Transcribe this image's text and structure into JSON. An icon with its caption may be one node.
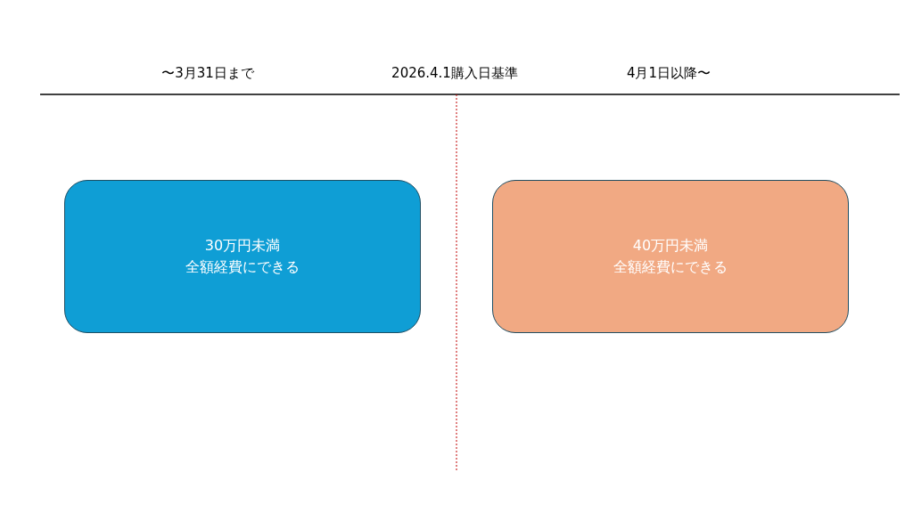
{
  "diagram": {
    "nodes": [
      {
        "text": [
          "30万円未満",
          "全額経費にできる"
        ]
      },
      {
        "text": [
          "40万円未満",
          "全額経費にできる"
        ]
      }
    ],
    "edges": [],
    "labels": [
      "〜3月31日まで",
      "2026.4.1購入日基準",
      "4月1日以降〜"
    ]
  }
}
